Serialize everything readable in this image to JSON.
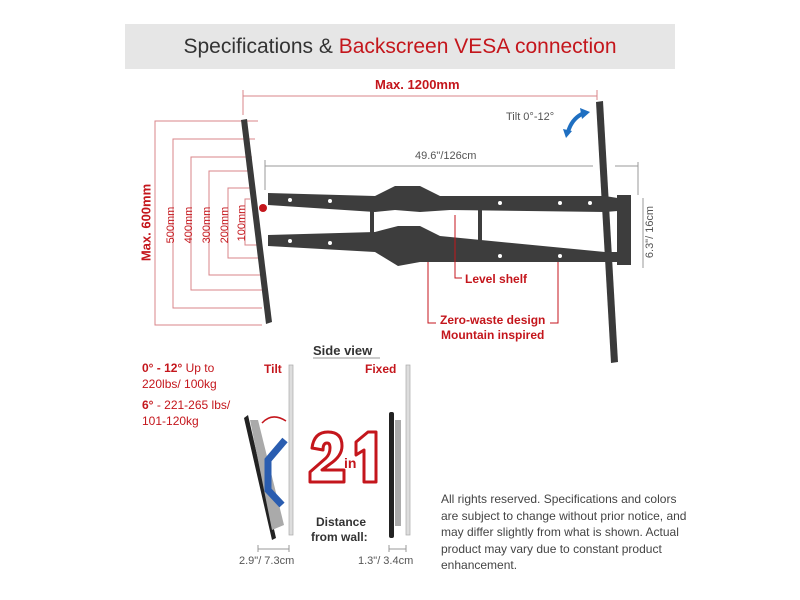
{
  "header": {
    "title_part1": "Specifications & ",
    "title_part2": "Backscreen VESA connection"
  },
  "front_view": {
    "max_width": "Max. 1200mm",
    "max_height": "Max. 600mm",
    "vesa_heights": [
      "500mm",
      "400mm",
      "300mm",
      "200mm",
      "100mm"
    ],
    "tilt": "Tilt 0°-12°",
    "arm_width": "49.6\"/126cm",
    "depth": "6.3\"/ 16cm",
    "level_shelf": "Level shelf",
    "zero_waste_1": "Zero-waste design",
    "zero_waste_2": "Mountain inspired"
  },
  "side_view": {
    "title": "Side view",
    "spec1_bold": "0° - 12°",
    "spec1_rest": " Up to",
    "spec1_line2": "220lbs/ 100kg",
    "spec2_bold": "6°",
    "spec2_rest": " - 221-265 lbs/",
    "spec2_line2": "101-120kg",
    "tilt_label": "Tilt",
    "fixed_label": "Fixed",
    "logo_big": "21",
    "logo_small": "in",
    "distance_1": "Distance",
    "distance_2": "from wall:",
    "tilt_distance": "2.9\"/ 7.3cm",
    "fixed_distance": "1.3\"/ 3.4cm"
  },
  "disclaimer": "All rights reserved. Specifications and colors are subject to change without prior notice, and may differ slightly from what is shown. Actual product may vary due to constant product enhancement.",
  "colors": {
    "accent": "#c4161c",
    "metal": "#3a3a3a",
    "tilt_arrow": "#1f6fc1"
  }
}
